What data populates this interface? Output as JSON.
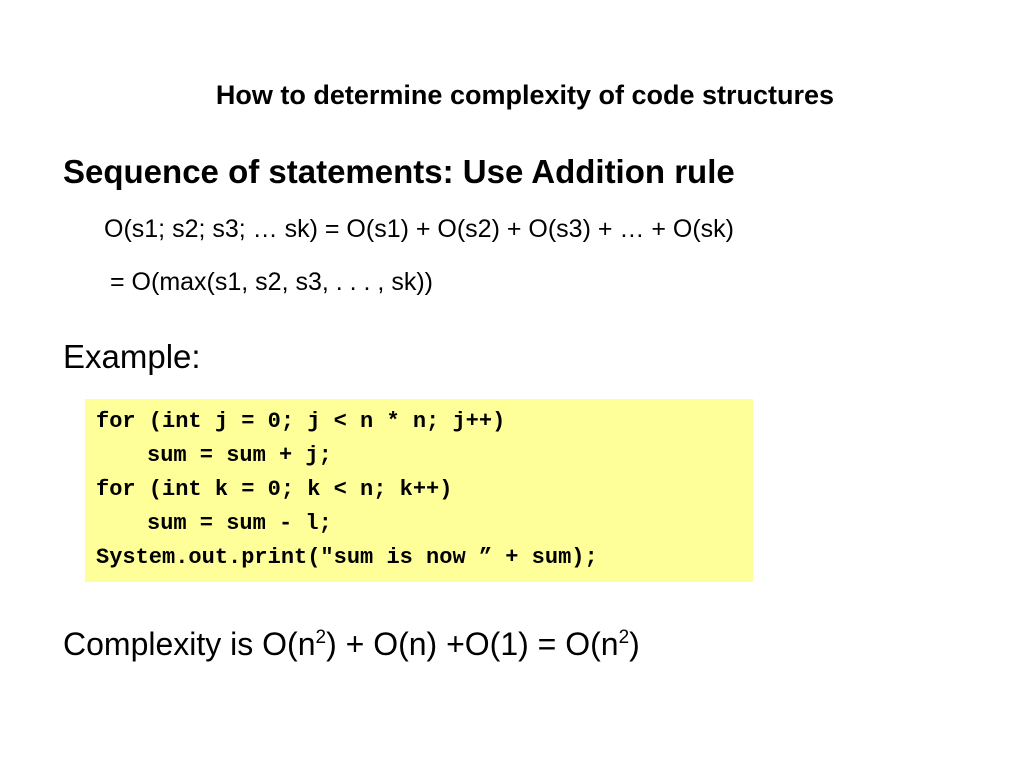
{
  "slide": {
    "title": "How to determine complexity of code structures",
    "heading": "Sequence of statements:  Use Addition rule",
    "formula_line1": "O(s1; s2; s3; … sk) = O(s1) + O(s2) + O(s3) + … + O(sk)",
    "formula_line2": "= O(max(s1, s2, s3, . . . , sk))",
    "example_label": "Example:",
    "code_lines": [
      "for (int j = 0; j < n * n; j++)",
      "sum = sum + j;",
      "for (int k = 0; k < n; k++)",
      "sum = sum - l;",
      "System.out.print(\"sum is now ” + sum);"
    ],
    "complexity": {
      "part1": "Complexity is O(n",
      "exp1": "2",
      "part2": ") + O(n) +O(1) = O(n",
      "exp2": "2",
      "part3": ")"
    }
  },
  "colors": {
    "background": "#ffffff",
    "code_box": "#ffff99",
    "text": "#000000"
  }
}
